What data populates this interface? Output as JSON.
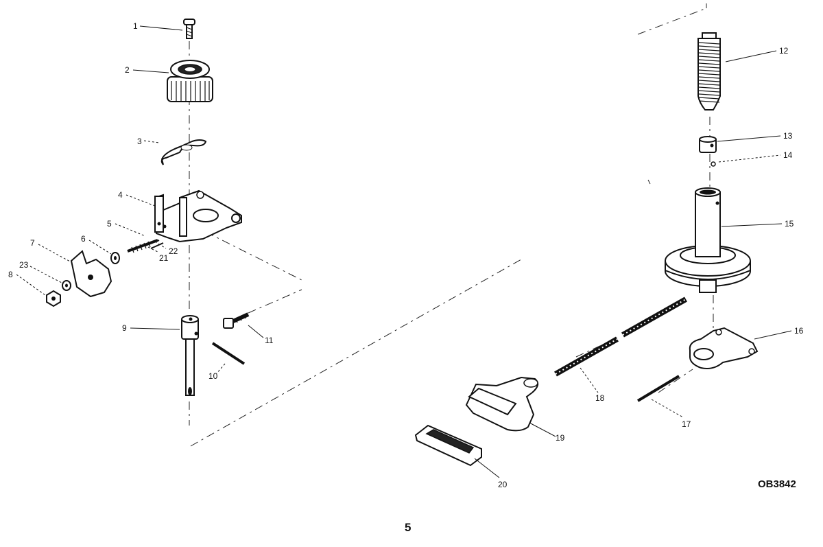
{
  "diagram": {
    "figure_code": "OB3842",
    "page_number": "5",
    "callouts": [
      {
        "id": "c1",
        "label": "1"
      },
      {
        "id": "c2",
        "label": "2"
      },
      {
        "id": "c3",
        "label": "3"
      },
      {
        "id": "c4",
        "label": "4"
      },
      {
        "id": "c5",
        "label": "5"
      },
      {
        "id": "c6",
        "label": "6"
      },
      {
        "id": "c7",
        "label": "7"
      },
      {
        "id": "c8",
        "label": "8"
      },
      {
        "id": "c9",
        "label": "9"
      },
      {
        "id": "c10",
        "label": "10"
      },
      {
        "id": "c11",
        "label": "11"
      },
      {
        "id": "c12",
        "label": "12"
      },
      {
        "id": "c13",
        "label": "13"
      },
      {
        "id": "c14",
        "label": "14"
      },
      {
        "id": "c15",
        "label": "15"
      },
      {
        "id": "c16",
        "label": "16"
      },
      {
        "id": "c17",
        "label": "17"
      },
      {
        "id": "c18",
        "label": "18"
      },
      {
        "id": "c19",
        "label": "19"
      },
      {
        "id": "c20",
        "label": "20"
      },
      {
        "id": "c21",
        "label": "21"
      },
      {
        "id": "c22",
        "label": "22"
      },
      {
        "id": "c23",
        "label": "23"
      }
    ]
  }
}
